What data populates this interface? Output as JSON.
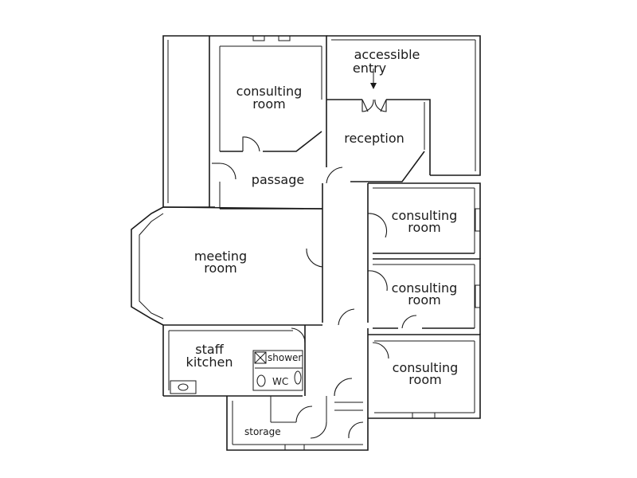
{
  "plan": {
    "accessible_entry": {
      "line1": "accessible",
      "line2": "entry"
    },
    "rooms": {
      "consulting_top": {
        "line1": "consulting",
        "line2": "room"
      },
      "reception": "reception",
      "passage": "passage",
      "consulting_east1": {
        "line1": "consulting",
        "line2": "room"
      },
      "meeting": {
        "line1": "meeting",
        "line2": "room"
      },
      "consulting_east2": {
        "line1": "consulting",
        "line2": "room"
      },
      "staff_kitchen": {
        "line1": "staff",
        "line2": "kitchen"
      },
      "shower": "shower",
      "wc": "WC",
      "consulting_east3": {
        "line1": "consulting",
        "line2": "room"
      },
      "storage": "storage"
    }
  }
}
